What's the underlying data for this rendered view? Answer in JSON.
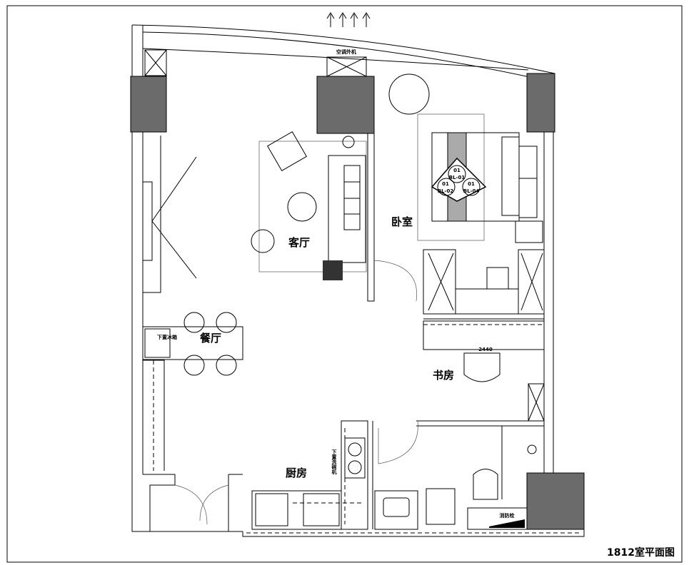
{
  "title": "1812室平面图",
  "rooms": {
    "living": "客厅",
    "bedroom": "卧室",
    "dining": "餐厅",
    "study": "书房",
    "kitchen": "厨房"
  },
  "labels": {
    "ac_unit": "空调外机",
    "fridge": "下置冰箱",
    "dishwasher": "下置洗碗机",
    "desk_width": "2440",
    "hydrant": "消防栓"
  },
  "index_symbol": {
    "top_num": "01",
    "top_ref": "BL-01",
    "left_num": "01",
    "left_ref": "BL-02",
    "right_num": "01",
    "right_ref": "BL-04"
  },
  "colors": {
    "column": "#6b6b6b",
    "line": "#000000"
  }
}
